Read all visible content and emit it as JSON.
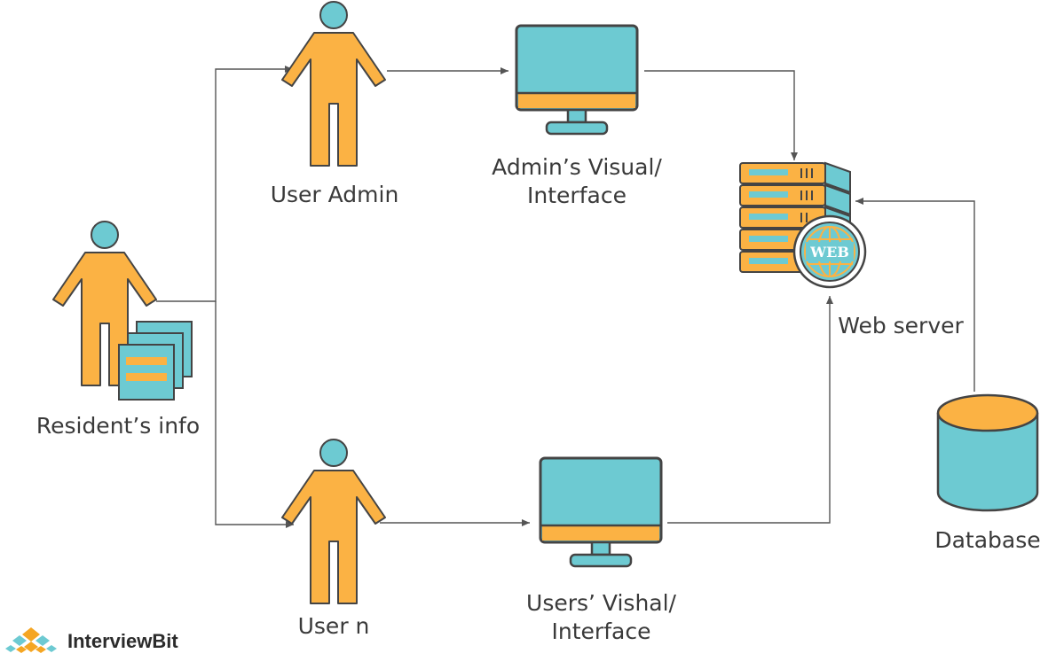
{
  "labels": {
    "user_admin": "User Admin",
    "admin_interface_line1": "Admin’s Visual/",
    "admin_interface_line2": "Interface",
    "web_server": "Web server",
    "resident_info": "Resident’s info",
    "user_n": "User n",
    "users_interface_line1": "Users’ Vishal/",
    "users_interface_line2": "Interface",
    "database": "Database",
    "web_badge": "WEB"
  },
  "brand": {
    "name": "InterviewBit"
  },
  "colors": {
    "person": "#FBB244",
    "head": "#6DCAD2",
    "screen": "#6DCAD2",
    "outline": "#444444",
    "connector": "#555555",
    "server_slot": "#6DCAD2",
    "server_side": "#6DCAD2"
  },
  "icons": [
    "person-icon",
    "monitor-icon",
    "web-server-icon",
    "database-icon",
    "documents-icon",
    "interviewbit-logo"
  ]
}
